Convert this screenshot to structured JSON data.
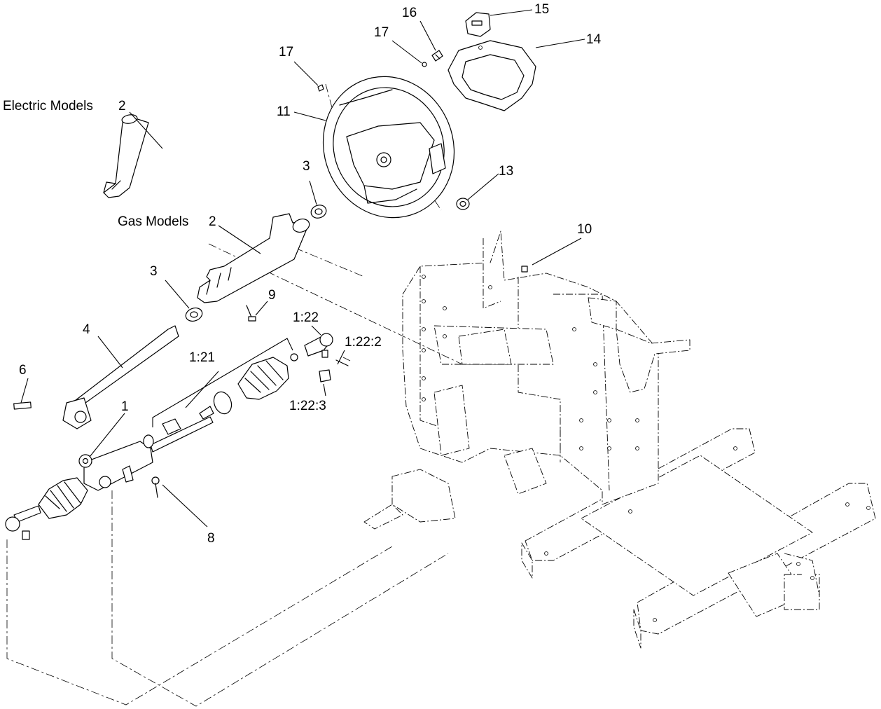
{
  "callouts": {
    "electric_models": "Electric Models",
    "electric_models_num": "2",
    "gas_models": "Gas Models",
    "gas_models_num": "2",
    "c1": "1",
    "c1_21": "1:21",
    "c1_22": "1:22",
    "c1_22_2": "1:22:2",
    "c1_22_3": "1:22:3",
    "c3_upper": "3",
    "c3_lower": "3",
    "c4": "4",
    "c6": "6",
    "c8": "8",
    "c9": "9",
    "c10": "10",
    "c11": "11",
    "c13": "13",
    "c14": "14",
    "c15": "15",
    "c16": "16",
    "c17_left": "17",
    "c17_right": "17"
  },
  "colors": {
    "line": "#000000",
    "background": "#ffffff"
  }
}
